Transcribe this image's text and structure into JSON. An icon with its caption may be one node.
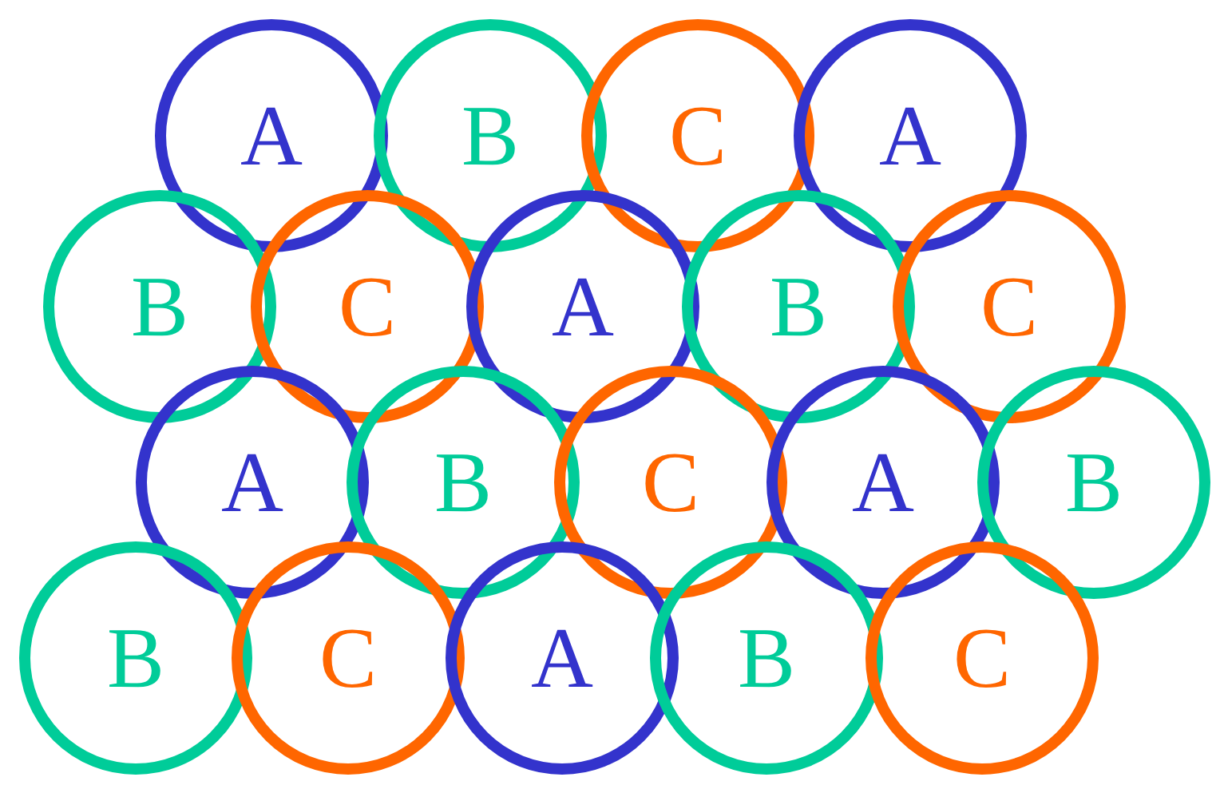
{
  "diagram": {
    "nodes": [
      {
        "text": [
          "A"
        ]
      },
      {
        "text": [
          "B"
        ]
      },
      {
        "text": [
          "C"
        ]
      },
      {
        "text": [
          "A"
        ]
      },
      {
        "text": [
          "B"
        ]
      },
      {
        "text": [
          "C"
        ]
      },
      {
        "text": [
          "A"
        ]
      },
      {
        "text": [
          "B"
        ]
      },
      {
        "text": [
          "C"
        ]
      },
      {
        "text": [
          "A"
        ]
      },
      {
        "text": [
          "B"
        ]
      },
      {
        "text": [
          "C"
        ]
      },
      {
        "text": [
          "A"
        ]
      },
      {
        "text": [
          "B"
        ]
      },
      {
        "text": [
          "B"
        ]
      },
      {
        "text": [
          "C"
        ]
      },
      {
        "text": [
          "A"
        ]
      },
      {
        "text": [
          "B"
        ]
      },
      {
        "text": [
          "C"
        ]
      }
    ]
  }
}
